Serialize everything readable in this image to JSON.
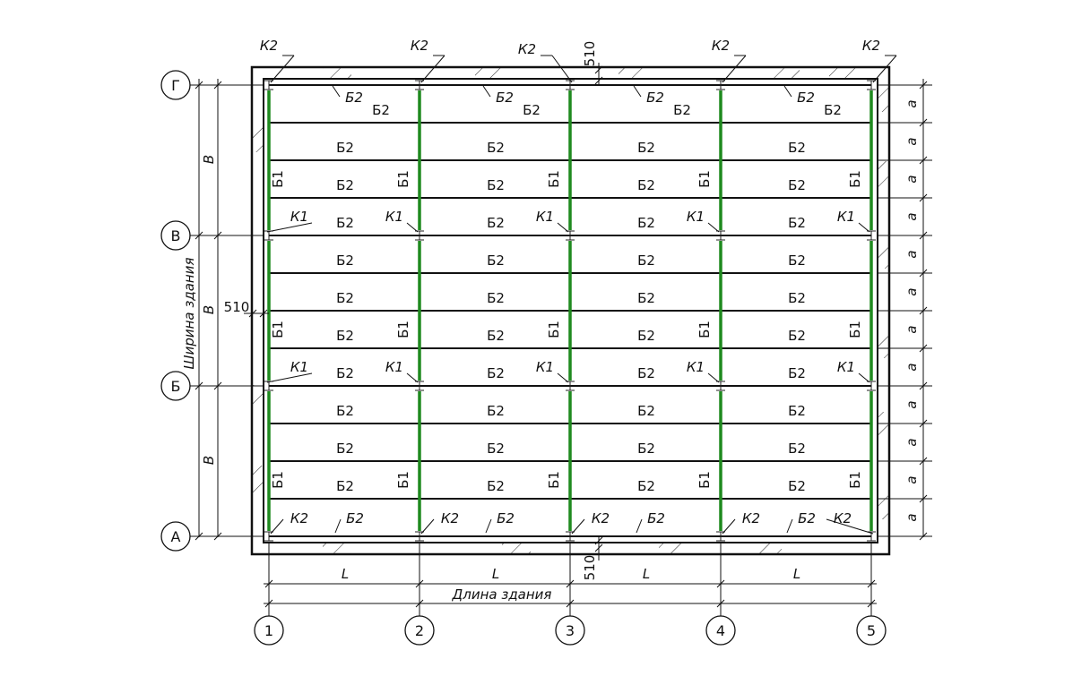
{
  "axes": {
    "longitudinal": [
      "1",
      "2",
      "3",
      "4",
      "5"
    ],
    "transverse": [
      "А",
      "Б",
      "В",
      "Г"
    ]
  },
  "labels": {
    "column_edge": "К2",
    "column_inner": "К1",
    "main_beam": "Б1",
    "secondary_beam": "Б2"
  },
  "dimensions": {
    "span_length": "L",
    "span_width": "В",
    "beam_step": "а",
    "building_length": "Длина здания",
    "building_width": "Ширина здания",
    "wall_offset": "510"
  },
  "colors": {
    "main_beam": "#1f8a1f",
    "lines": "#111111"
  }
}
